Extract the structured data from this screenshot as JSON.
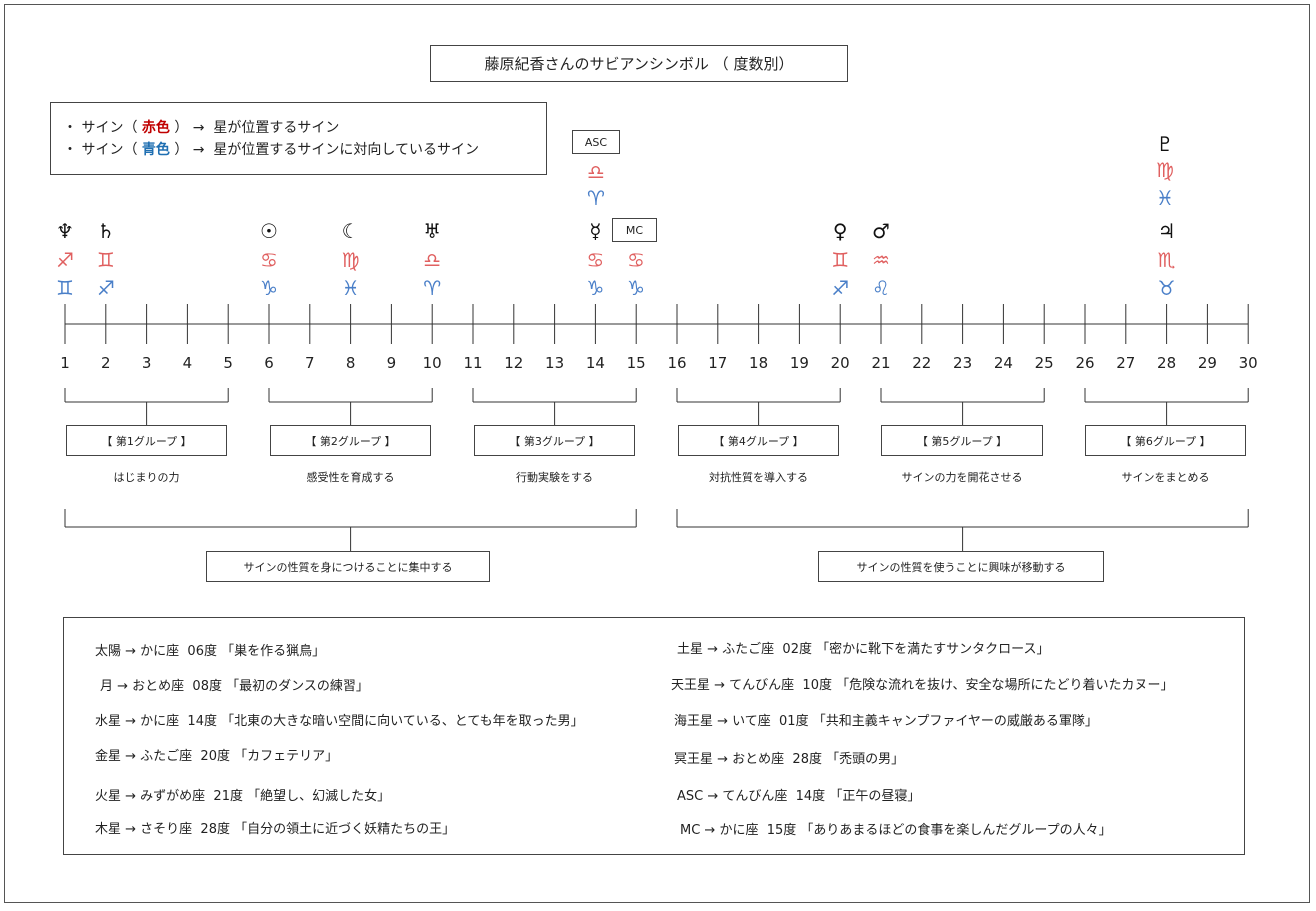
{
  "title": "藤原紀香さんのサビアンシンボル （ 度数別）",
  "legend": {
    "red_row": {
      "prefix": "・ サイン（ ",
      "color_word": "赤色",
      "suffix": " ） →  星が位置するサイン"
    },
    "blue_row": {
      "prefix": "・ サイン（ ",
      "color_word": "青色",
      "suffix": " ） →  星が位置するサインに対向しているサイン"
    }
  },
  "colors": {
    "sign_red": "#e06060",
    "sign_blue": "#4a7fc8",
    "legend_red": "#c00000",
    "legend_blue": "#1f6fb2"
  },
  "scale": {
    "degrees": [
      "1",
      "2",
      "3",
      "4",
      "5",
      "6",
      "7",
      "8",
      "9",
      "10",
      "11",
      "12",
      "13",
      "14",
      "15",
      "16",
      "17",
      "18",
      "19",
      "20",
      "21",
      "22",
      "23",
      "24",
      "25",
      "26",
      "27",
      "28",
      "29",
      "30"
    ]
  },
  "markers": [
    {
      "degree": 1,
      "planet": "♆",
      "red": "♐",
      "blue": "♊",
      "icon": "neptune-icon"
    },
    {
      "degree": 2,
      "planet": "♄",
      "red": "♊",
      "blue": "♐",
      "icon": "saturn-icon"
    },
    {
      "degree": 6,
      "planet": "☉",
      "red": "♋",
      "blue": "♑",
      "icon": "sun-icon"
    },
    {
      "degree": 8,
      "planet": "☾",
      "red": "♍",
      "blue": "♓",
      "icon": "moon-icon"
    },
    {
      "degree": 10,
      "planet": "♅",
      "red": "♎",
      "blue": "♈",
      "icon": "uranus-icon"
    },
    {
      "degree": 14,
      "planet": "☿",
      "red": "♋",
      "blue": "♑",
      "icon": "mercury-icon"
    },
    {
      "degree": 20,
      "planet": "♀",
      "red": "♊",
      "blue": "♐",
      "icon": "venus-icon"
    },
    {
      "degree": 21,
      "planet": "♂",
      "red": "♒",
      "blue": "♌",
      "icon": "mars-icon"
    },
    {
      "degree": 28,
      "planet": "♃",
      "red": "♏",
      "blue": "♉",
      "icon": "jupiter-icon"
    }
  ],
  "asc": {
    "label": "ASC",
    "red": "♎",
    "blue": "♈"
  },
  "mc": {
    "label": "MC",
    "red": "♋",
    "blue": "♑"
  },
  "pluto": {
    "planet": "♇",
    "red": "♍",
    "blue": "♓"
  },
  "groups": [
    {
      "label": "【 第1グループ 】",
      "desc": "はじまりの力"
    },
    {
      "label": "【 第2グループ 】",
      "desc": "感受性を育成する"
    },
    {
      "label": "【 第3グループ 】",
      "desc": "行動実験をする"
    },
    {
      "label": "【 第4グループ 】",
      "desc": "対抗性質を導入する"
    },
    {
      "label": "【 第5グループ 】",
      "desc": "サインの力を開花させる"
    },
    {
      "label": "【 第6グループ 】",
      "desc": "サインをまとめる"
    }
  ],
  "halves": [
    {
      "label": "サインの性質を身につけることに集中する"
    },
    {
      "label": "サインの性質を使うことに興味が移動する"
    }
  ],
  "symbols_left": [
    "太陽 → かに座  06度 「巣を作る猟鳥」",
    "月 → おとめ座  08度 「最初のダンスの練習」",
    "水星 → かに座  14度 「北東の大きな暗い空間に向いている、とても年を取った男」",
    "金星 → ふたご座  20度 「カフェテリア」",
    "火星 → みずがめ座  21度 「絶望し、幻滅した女」",
    "木星 → さそり座  28度 「自分の領土に近づく妖精たちの王」"
  ],
  "symbols_right": [
    "土星 → ふたご座  02度 「密かに靴下を満たすサンタクロース」",
    "天王星 → てんびん座  10度 「危険な流れを抜け、安全な場所にたどり着いたカヌー」",
    "海王星 → いて座  01度 「共和主義キャンプファイヤーの威厳ある軍隊」",
    "冥王星 → おとめ座  28度 「禿頭の男」",
    "ASC → てんびん座  14度 「正午の昼寝」",
    "MC → かに座  15度 「ありあまるほどの食事を楽しんだグループの人々」"
  ]
}
